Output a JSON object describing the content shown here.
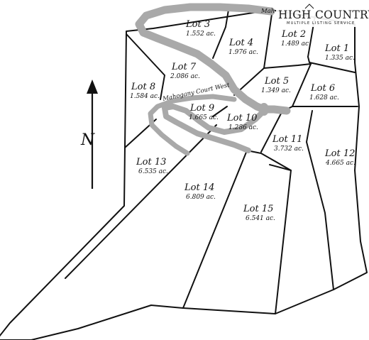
{
  "logo": {
    "name": "HIGH COUNTRY",
    "tagline": "MULTIPLE LISTING SERVICE"
  },
  "roads": {
    "top_road_label": "Mah",
    "mahogany_court_west": "Mahogany Court West"
  },
  "north_arrow": {
    "letter": "N"
  },
  "lots": [
    {
      "name": "Lot 1",
      "acres": "1.335 ac."
    },
    {
      "name": "Lot 2",
      "acres": "1.489 ac."
    },
    {
      "name": "Lot 3",
      "acres": "1.552 ac."
    },
    {
      "name": "Lot 4",
      "acres": "1.976 ac."
    },
    {
      "name": "Lot 5",
      "acres": "1.349 ac."
    },
    {
      "name": "Lot 6",
      "acres": "1.628 ac."
    },
    {
      "name": "Lot 7",
      "acres": "2.086 ac."
    },
    {
      "name": "Lot 8",
      "acres": "1.584 ac."
    },
    {
      "name": "Lot 9",
      "acres": "1.665 ac."
    },
    {
      "name": "Lot 10",
      "acres": "1.286 ac."
    },
    {
      "name": "Lot 11",
      "acres": "3.732 ac."
    },
    {
      "name": "Lot 12",
      "acres": "4.665 ac."
    },
    {
      "name": "Lot 13",
      "acres": "6.535 ac."
    },
    {
      "name": "Lot 14",
      "acres": "6.809 ac."
    },
    {
      "name": "Lot 15",
      "acres": "6.541 ac."
    }
  ],
  "colors": {
    "boundary": "#111111",
    "road": "#a9a9a9",
    "background": "#ffffff"
  }
}
